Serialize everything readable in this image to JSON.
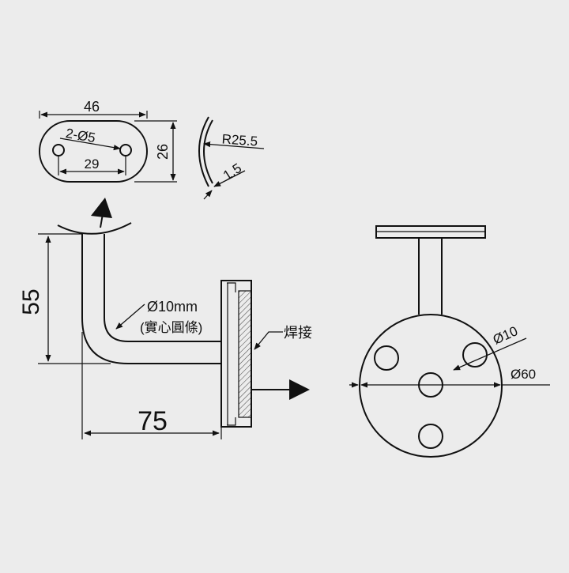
{
  "plate_top_view": {
    "width_label": "46",
    "height_label": "26",
    "holes_label": "2-Ø5",
    "hole_spacing_label": "29"
  },
  "saddle_detail": {
    "radius_label": "R25.5",
    "thickness_label": "1.5"
  },
  "side_view": {
    "height_label": "55",
    "length_label": "75",
    "rod_label": "Ø10mm",
    "rod_note": "(實心圓條)",
    "weld_label": "焊接"
  },
  "front_view": {
    "hole_label": "Ø10",
    "diameter_label": "Ø60"
  },
  "colors": {
    "line": "#111111",
    "background": "#ececec"
  }
}
